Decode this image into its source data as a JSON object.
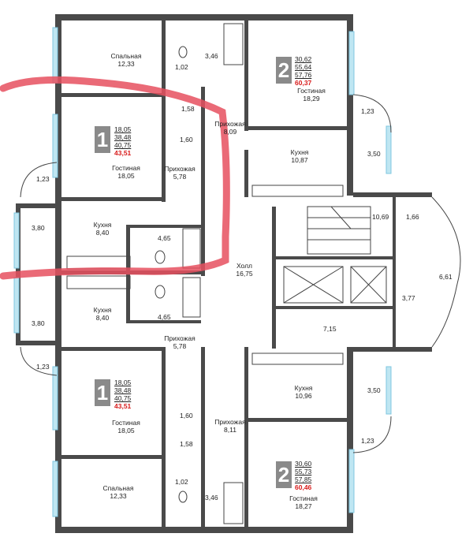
{
  "apartments": [
    {
      "id": "apt-top-right",
      "rooms": "2",
      "stats": [
        "30,62",
        "55,64",
        "57,76"
      ],
      "total": "60,37"
    },
    {
      "id": "apt-upper-left",
      "rooms": "1",
      "stats": [
        "18,05",
        "38,48",
        "40,75"
      ],
      "total": "43,51"
    },
    {
      "id": "apt-lower-left",
      "rooms": "1",
      "stats": [
        "18,05",
        "38,48",
        "40,75"
      ],
      "total": "43,51"
    },
    {
      "id": "apt-bottom-right",
      "rooms": "2",
      "stats": [
        "30,60",
        "55,73",
        "57,85"
      ],
      "total": "60,46"
    }
  ],
  "rooms": [
    {
      "name": "Спальная",
      "area": "12,33"
    },
    {
      "name": "Гостиная",
      "area": "18,05"
    },
    {
      "name": "Кухня",
      "area": "8,40"
    },
    {
      "name": "Кухня",
      "area": "8,40"
    },
    {
      "name": "Гостиная",
      "area": "18,05"
    },
    {
      "name": "Спальная",
      "area": "12,33"
    },
    {
      "name": "Гостиная",
      "area": "18,29"
    },
    {
      "name": "Прихожая",
      "area": "8,09"
    },
    {
      "name": "Кухня",
      "area": "10,87"
    },
    {
      "name": "Прихожая",
      "area": "5,78"
    },
    {
      "name": "Холл",
      "area": "16,75"
    },
    {
      "name": "Прихожая",
      "area": "5,78"
    },
    {
      "name": "Кухня",
      "area": "10,96"
    },
    {
      "name": "Прихожая",
      "area": "8,11"
    },
    {
      "name": "Гостиная",
      "area": "18,27"
    }
  ],
  "small_areas": [
    "1,02",
    "3,46",
    "1,58",
    "1,23",
    "1,60",
    "3,50",
    "1,23",
    "3,80",
    "10,69",
    "1,66",
    "4,65",
    "6,61",
    "3,77",
    "4,65",
    "3,80",
    "7,15",
    "1,23",
    "3,50",
    "1,60",
    "1,23",
    "1,58",
    "1,02",
    "3,46"
  ]
}
